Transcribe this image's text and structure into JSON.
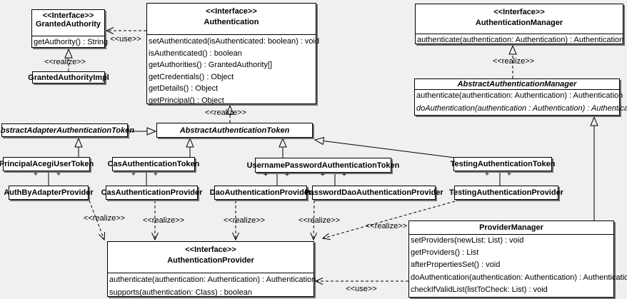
{
  "labels": {
    "interface_stereotype": "<<Interface>>",
    "realize": "<<realize>>",
    "use": "<<use>>",
    "plus": "+"
  },
  "colors": {
    "canvas": "#f0f0f0",
    "box_fill": "#ffffff",
    "line": "#000000",
    "shadow": "#6f6f6f"
  },
  "classes": {
    "granted_authority": {
      "stereotype": "<<Interface>>",
      "name": "GrantedAuthority",
      "methods": [
        "getAuthority() : String"
      ]
    },
    "granted_authority_impl": {
      "name": "GrantedAuthorityImpl"
    },
    "authentication": {
      "stereotype": "<<Interface>>",
      "name": "Authentication",
      "methods": [
        "setAuthenticated(isAuthenticated: boolean) : void",
        "isAuthenticated() : boolean",
        "getAuthorities() : GrantedAuthority[]",
        "getCredentials() : Object",
        "getDetails() : Object",
        "getPrincipal() : Object"
      ]
    },
    "authentication_manager": {
      "stereotype": "<<Interface>>",
      "name": "AuthenticationManager",
      "methods": [
        "authenticate(authentication: Authentication) : Authentication"
      ]
    },
    "abstract_authentication_manager": {
      "name": "AbstractAuthenticationManager",
      "methods": [
        "authenticate(authentication: Authentication) : Authentication",
        "doAuthentication(authentication : Authentication) : Authentication"
      ]
    },
    "abstract_adapter_authentication_token": {
      "name": "AbstractAdapterAuthenticationToken"
    },
    "abstract_authentication_token": {
      "name": "AbstractAuthenticationToken"
    },
    "principal_acegi_user_token": {
      "name": "PrincipalAcegiUserToken"
    },
    "cas_authentication_token": {
      "name": "CasAuthenticationToken"
    },
    "username_password_authentication_token": {
      "name": "UsernamePasswordAuthenticationToken"
    },
    "testing_authentication_token": {
      "name": "TestingAuthenticationToken"
    },
    "auth_by_adapter_provider": {
      "name": "AuthByAdapterProvider"
    },
    "cas_authentication_provider": {
      "name": "CasAuthenticationProvider"
    },
    "dao_authentication_provider": {
      "name": "DaoAuthenticationProvider"
    },
    "password_dao_authentication_provider": {
      "name": "PasswordDaoAuthenticationProvider"
    },
    "testing_authentication_provider": {
      "name": "TestingAuthenticationProvider"
    },
    "authentication_provider": {
      "stereotype": "<<Interface>>",
      "name": "AuthenticationProvider",
      "methods": [
        "authenticate(authentication: Authentication) : Authentication",
        "supports(authentication: Class) : boolean"
      ]
    },
    "provider_manager": {
      "name": "ProviderManager",
      "methods": [
        "setProviders(newList: List) : void",
        "getProviders() : List",
        "afterPropertiesSet() : void",
        "doAuthentication(authentication: Authentication) : Authentication",
        "checkIfValidList(listToCheck: List) : void"
      ]
    }
  }
}
